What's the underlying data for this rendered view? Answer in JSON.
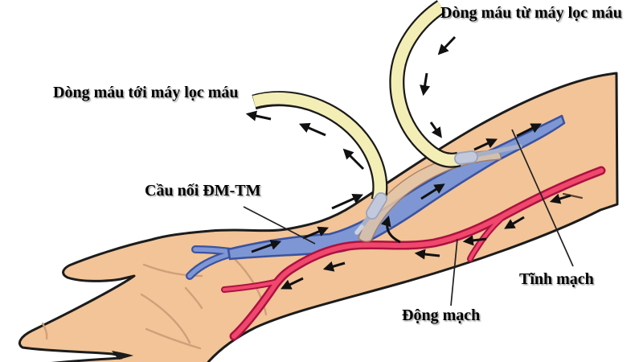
{
  "title": "AV fistula hemodialysis arm diagram",
  "labels": {
    "flow_from_machine": "Dòng máu từ máy lọc máu",
    "flow_to_machine": "Dòng máu tới máy lọc máu",
    "av_bridge": "Cầu nối ĐM-TM",
    "vein": "Tĩnh mạch",
    "artery": "Động mạch"
  },
  "colors": {
    "skin": "#f2c498",
    "skin-outline": "#1c1c1c",
    "vein-fill": "#7e97d4",
    "vein-outline": "#3b53a0",
    "artery-fill": "#f0476d",
    "artery-outline": "#ab1240",
    "tube-fill": "#f3eeb6",
    "tube-outline": "#1a1a1a",
    "needle": "#c3c9dc",
    "bump": "#e2c6a8",
    "crease": "#cf9e78",
    "arrow": "#111111",
    "bg": "#ffffff"
  }
}
